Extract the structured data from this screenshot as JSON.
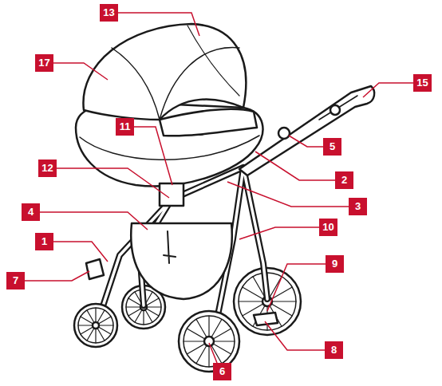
{
  "diagram": {
    "labels": [
      "13",
      "17",
      "15",
      "11",
      "5",
      "12",
      "2",
      "3",
      "4",
      "10",
      "1",
      "9",
      "7",
      "8",
      "6"
    ]
  }
}
